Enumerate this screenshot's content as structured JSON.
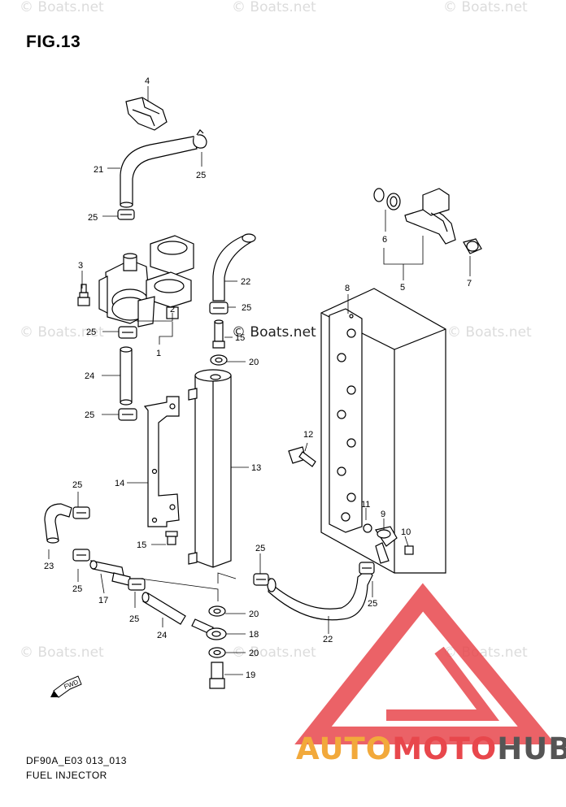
{
  "figure": {
    "title": "FIG.13",
    "code": "DF90A_E03 013_013",
    "name": "FUEL INJECTOR"
  },
  "watermarks": {
    "text": "© Boats.net",
    "dark_text": "© Boats.net"
  },
  "brand": {
    "part1": "AUTO",
    "part2": "MOTO",
    "part3": "HUB",
    "colors": {
      "auto": "#f2a93b",
      "moto": "#e8474c",
      "hub": "#555555",
      "triangle": "#e8474c"
    }
  },
  "fwd_label": "FWD",
  "callouts": [
    {
      "id": "c4",
      "label": "4"
    },
    {
      "id": "c21",
      "label": "21"
    },
    {
      "id": "c25a",
      "label": "25"
    },
    {
      "id": "c25b",
      "label": "25"
    },
    {
      "id": "c3",
      "label": "3"
    },
    {
      "id": "c2",
      "label": "2"
    },
    {
      "id": "c25c",
      "label": "25"
    },
    {
      "id": "c1",
      "label": "1"
    },
    {
      "id": "c24a",
      "label": "24"
    },
    {
      "id": "c25d",
      "label": "25"
    },
    {
      "id": "c14",
      "label": "14"
    },
    {
      "id": "c25e",
      "label": "25"
    },
    {
      "id": "c15a",
      "label": "15"
    },
    {
      "id": "c23",
      "label": "23"
    },
    {
      "id": "c25f",
      "label": "25"
    },
    {
      "id": "c17",
      "label": "17"
    },
    {
      "id": "c25g",
      "label": "25"
    },
    {
      "id": "c24b",
      "label": "24"
    },
    {
      "id": "c22a",
      "label": "22"
    },
    {
      "id": "c25h",
      "label": "25"
    },
    {
      "id": "c15b",
      "label": "15"
    },
    {
      "id": "c20a",
      "label": "20"
    },
    {
      "id": "c13",
      "label": "13"
    },
    {
      "id": "c25i",
      "label": "25"
    },
    {
      "id": "c20b",
      "label": "20"
    },
    {
      "id": "c18",
      "label": "18"
    },
    {
      "id": "c20c",
      "label": "20"
    },
    {
      "id": "c19",
      "label": "19"
    },
    {
      "id": "c6",
      "label": "6"
    },
    {
      "id": "c5",
      "label": "5"
    },
    {
      "id": "c7",
      "label": "7"
    },
    {
      "id": "c8",
      "label": "8"
    },
    {
      "id": "c12",
      "label": "12"
    },
    {
      "id": "c11",
      "label": "11"
    },
    {
      "id": "c9",
      "label": "9"
    },
    {
      "id": "c10",
      "label": "10"
    },
    {
      "id": "c25j",
      "label": "25"
    },
    {
      "id": "c22b",
      "label": "22"
    }
  ]
}
